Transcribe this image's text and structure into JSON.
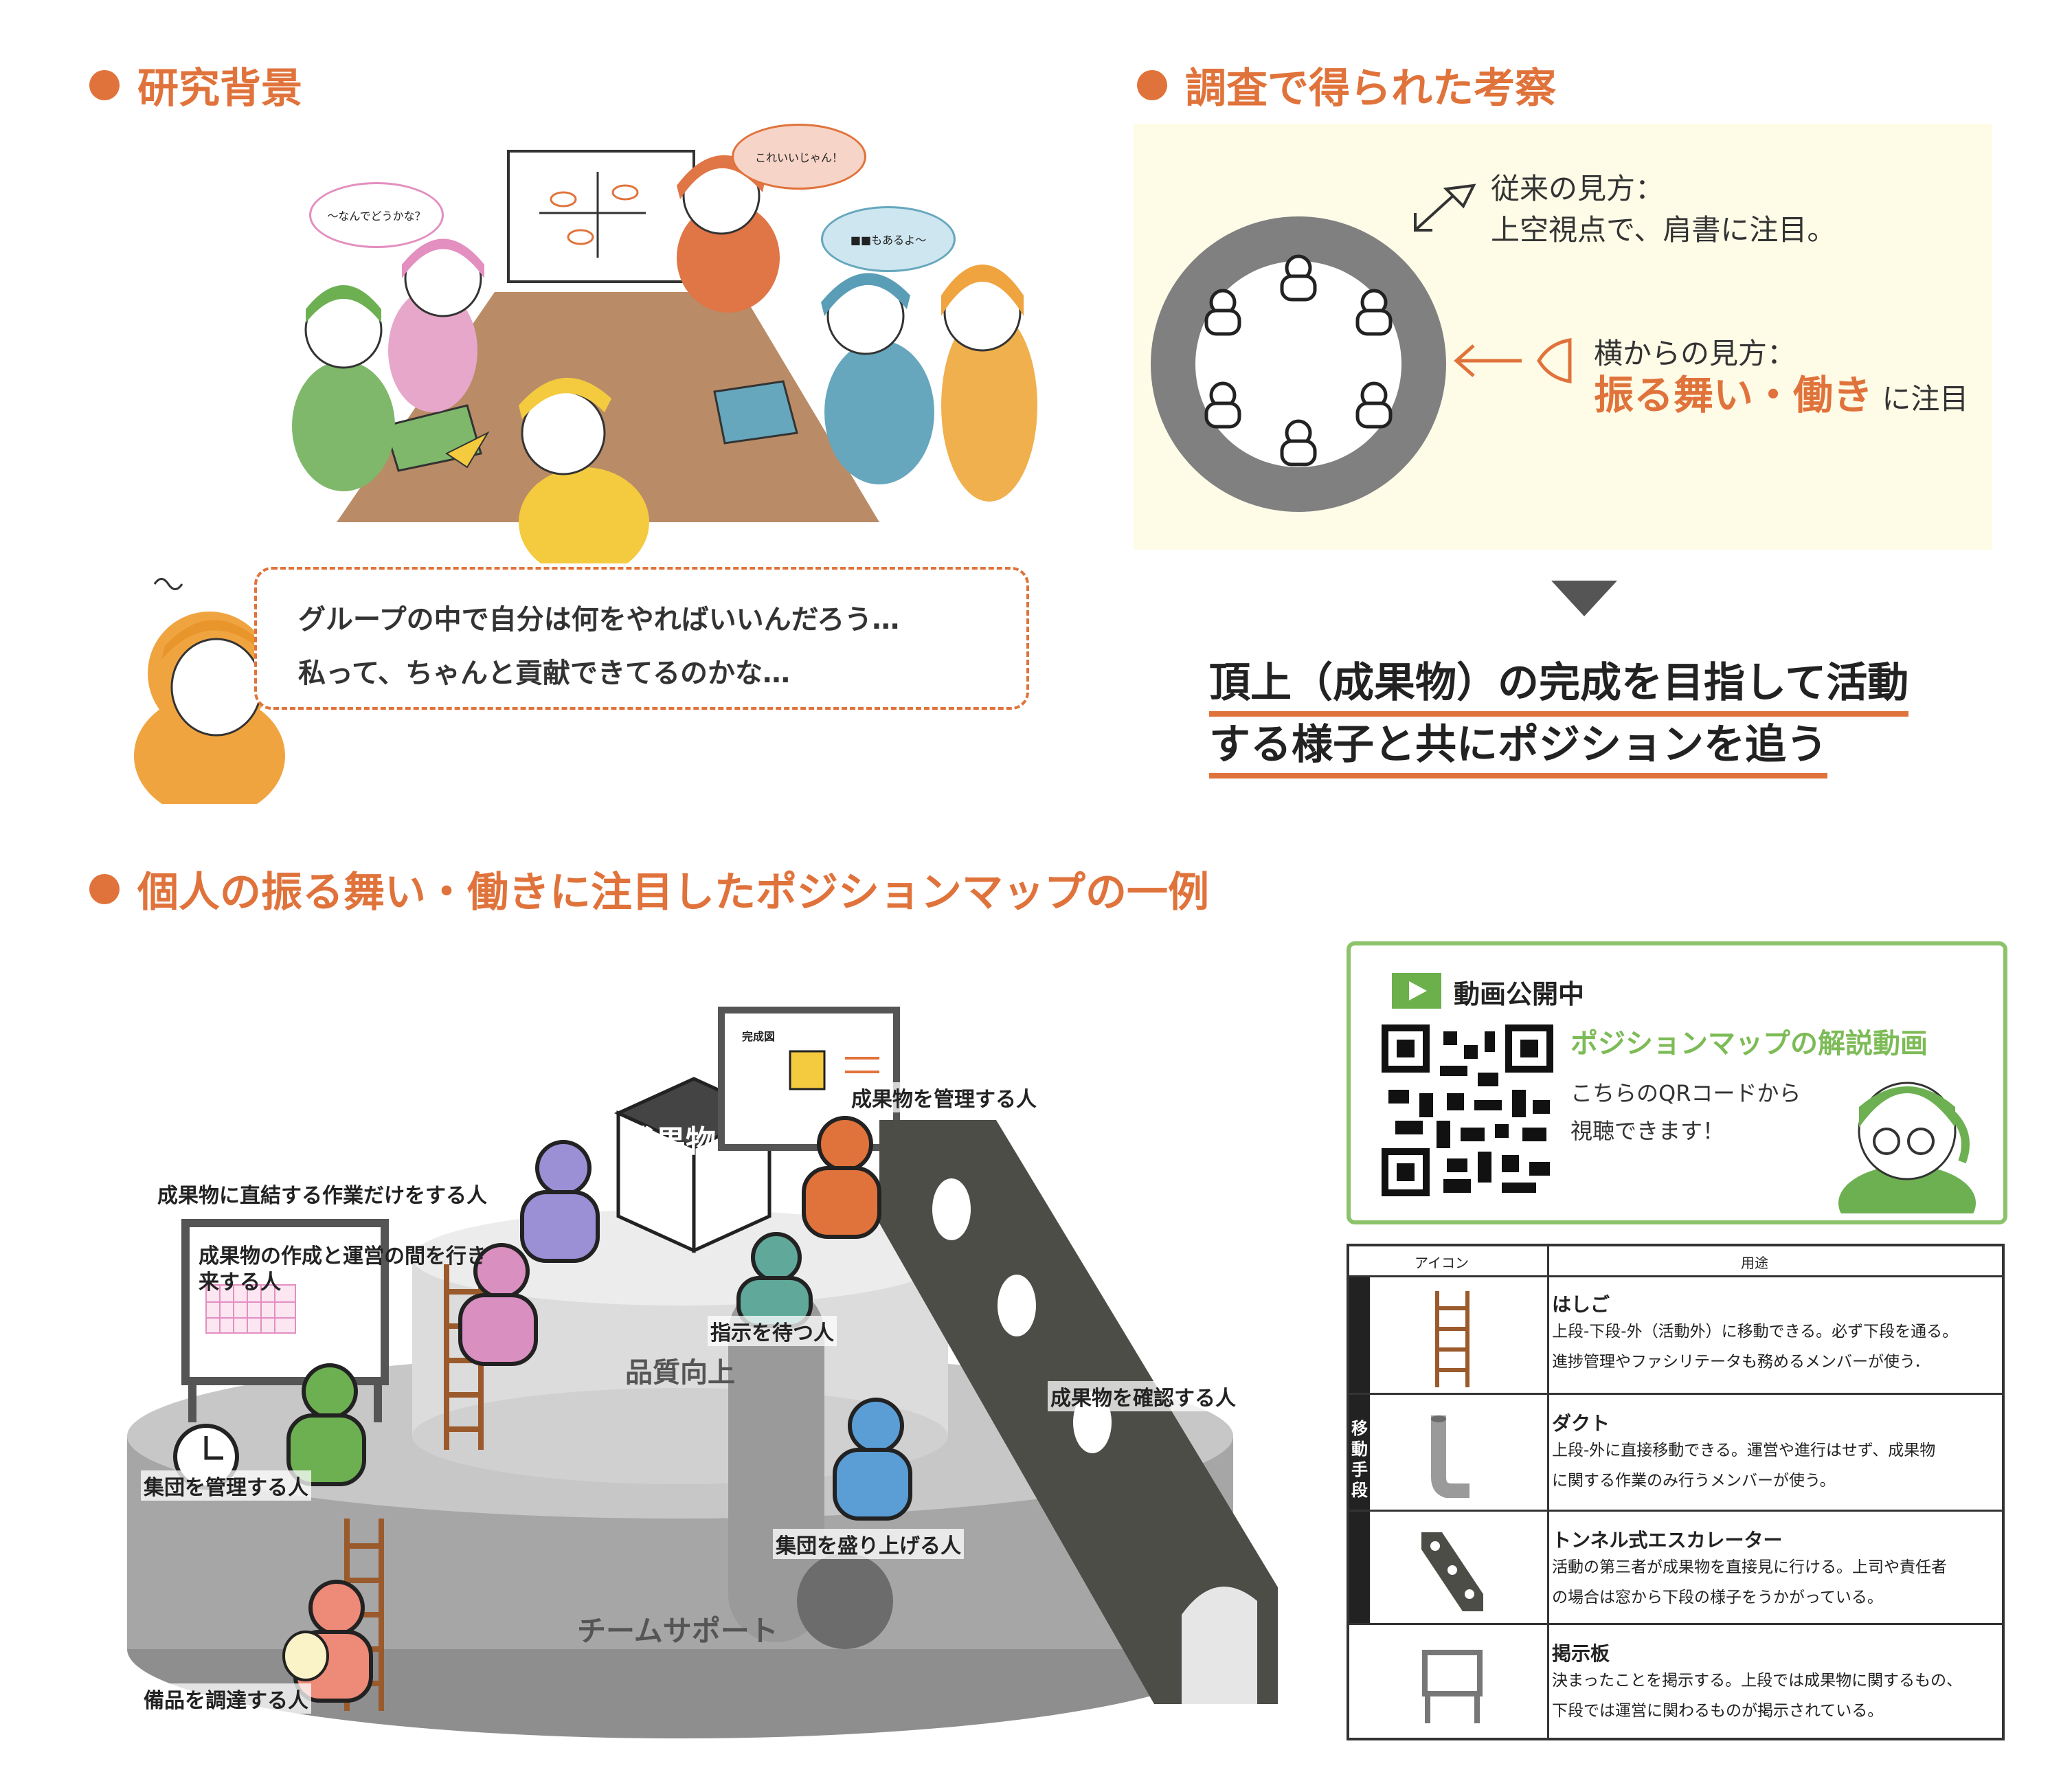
{
  "headings": {
    "background": "研究背景",
    "insight": "調査で得られた考察",
    "map": "個人の振る舞い・働きに注目したポジションマップの一例"
  },
  "illustration_bubbles": {
    "left": "〜なんでどうかな？",
    "top": "これいいじゃん！",
    "right": "■■もあるよ〜"
  },
  "worry": {
    "line1": "グループの中で自分は何をやればいいんだろう…",
    "line2": "私って、ちゃんと貢献できてるのかな…"
  },
  "insight_panel": {
    "top_view_title": "従来の見方：",
    "top_view_desc": "上空視点で、肩書に注目。",
    "side_view_title": "横からの見方：",
    "side_view_accent": "振る舞い・働き",
    "side_view_suffix": "に注目"
  },
  "conclusion": {
    "line1": "頂上（成果物）の完成を目指して活動",
    "line2": "する様子と共にポジションを追う"
  },
  "map": {
    "product_block": "成果物",
    "board_title": "完成図",
    "upper_tier": "品質向上",
    "lower_tier": "チームサポート",
    "roles": {
      "direct_worker": "成果物に直結する作業だけをする人",
      "manager_of_product": "成果物を管理する人",
      "go_between": "成果物の作成と運営の間を行き来する人",
      "waiting": "指示を待つ人",
      "confirm": "成果物を確認する人",
      "group_manager": "集団を管理する人",
      "mood_maker": "集団を盛り上げる人",
      "procurement": "備品を調達する人"
    },
    "colors": {
      "orange": "#e0733b",
      "purple": "#9b8fd6",
      "pink": "#d98fc0",
      "green": "#6db052",
      "blue": "#5b9ed6",
      "teal": "#5fa89a",
      "salmon": "#ee8a78",
      "ladder": "#9a5a2c"
    }
  },
  "video": {
    "badge": "動画公開中",
    "title": "ポジションマップの解説動画",
    "desc_line1": "こちらのQRコードから",
    "desc_line2": "視聴できます！"
  },
  "legend": {
    "col_icon": "アイコン",
    "col_use": "用途",
    "side_label": "移動手段",
    "rows": [
      {
        "icon": "ladder-icon",
        "name": "はしご",
        "desc1": "上段-下段-外（活動外）に移動できる。必ず下段を通る。",
        "desc2": "進捗管理やファシリテータも務めるメンバーが使う．"
      },
      {
        "icon": "duct-icon",
        "name": "ダクト",
        "desc1": "上段-外に直接移動できる。運営や進行はせず、成果物",
        "desc2": "に関する作業のみ行うメンバーが使う。"
      },
      {
        "icon": "tunnel-escalator-icon",
        "name": "トンネル式エスカレーター",
        "desc1": "活動の第三者が成果物を直接見に行ける。上司や責任者",
        "desc2": "の場合は窓から下段の様子をうかがっている。"
      },
      {
        "icon": "bulletin-board-icon",
        "name": "掲示板",
        "desc1": "決まったことを掲示する。上段では成果物に関するもの、",
        "desc2": "下段では運営に関わるものが掲示されている。"
      }
    ]
  }
}
